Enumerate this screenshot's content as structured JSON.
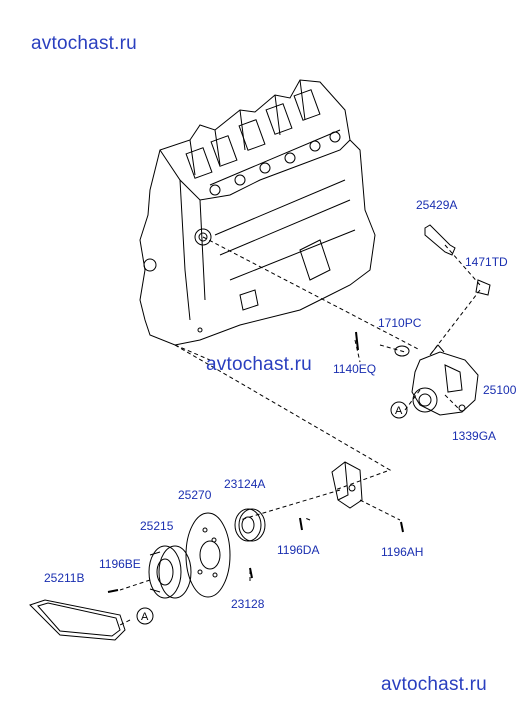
{
  "watermark": "avtochast.ru",
  "callout_letter": "A",
  "parts": {
    "hose": "25429A",
    "clamp": "1471TD",
    "gasket": "1710PC",
    "bolt_pump": "1140EQ",
    "water_pump": "25100",
    "nut_pump": "1339GA",
    "pulley_pump": "23124A",
    "fan_pulley": "25270",
    "tensioner": "25215",
    "bolt_tensioner": "1196BE",
    "belt": "25211B",
    "bolt_pulley": "1196DA",
    "bolt_bracket": "1196AH",
    "bolt_small": "23128"
  },
  "colors": {
    "label": "#1a2fb0",
    "watermark": "#2a3fbf",
    "line": "#000000"
  }
}
